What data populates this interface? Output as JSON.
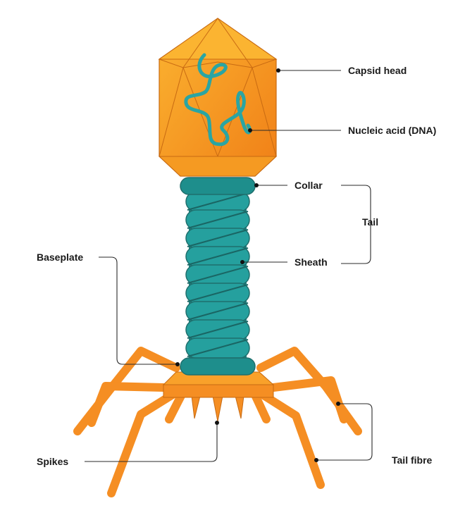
{
  "diagram": {
    "labels": {
      "capsid_head": "Capsid head",
      "nucleic_acid": "Nucleic acid (DNA)",
      "collar": "Collar",
      "tail": "Tail",
      "sheath": "Sheath",
      "baseplate": "Baseplate",
      "spikes": "Spikes",
      "tail_fibre": "Tail fibre"
    },
    "colors": {
      "capsid_light": "#f9a91f",
      "capsid_dark": "#f08a18",
      "capsid_edge": "#c86a12",
      "dna": "#2aa5a3",
      "teal": "#1e8e8c",
      "teal_dark": "#1f6f6d",
      "orange": "#f58e23",
      "orange_dark": "#c76a12"
    }
  }
}
